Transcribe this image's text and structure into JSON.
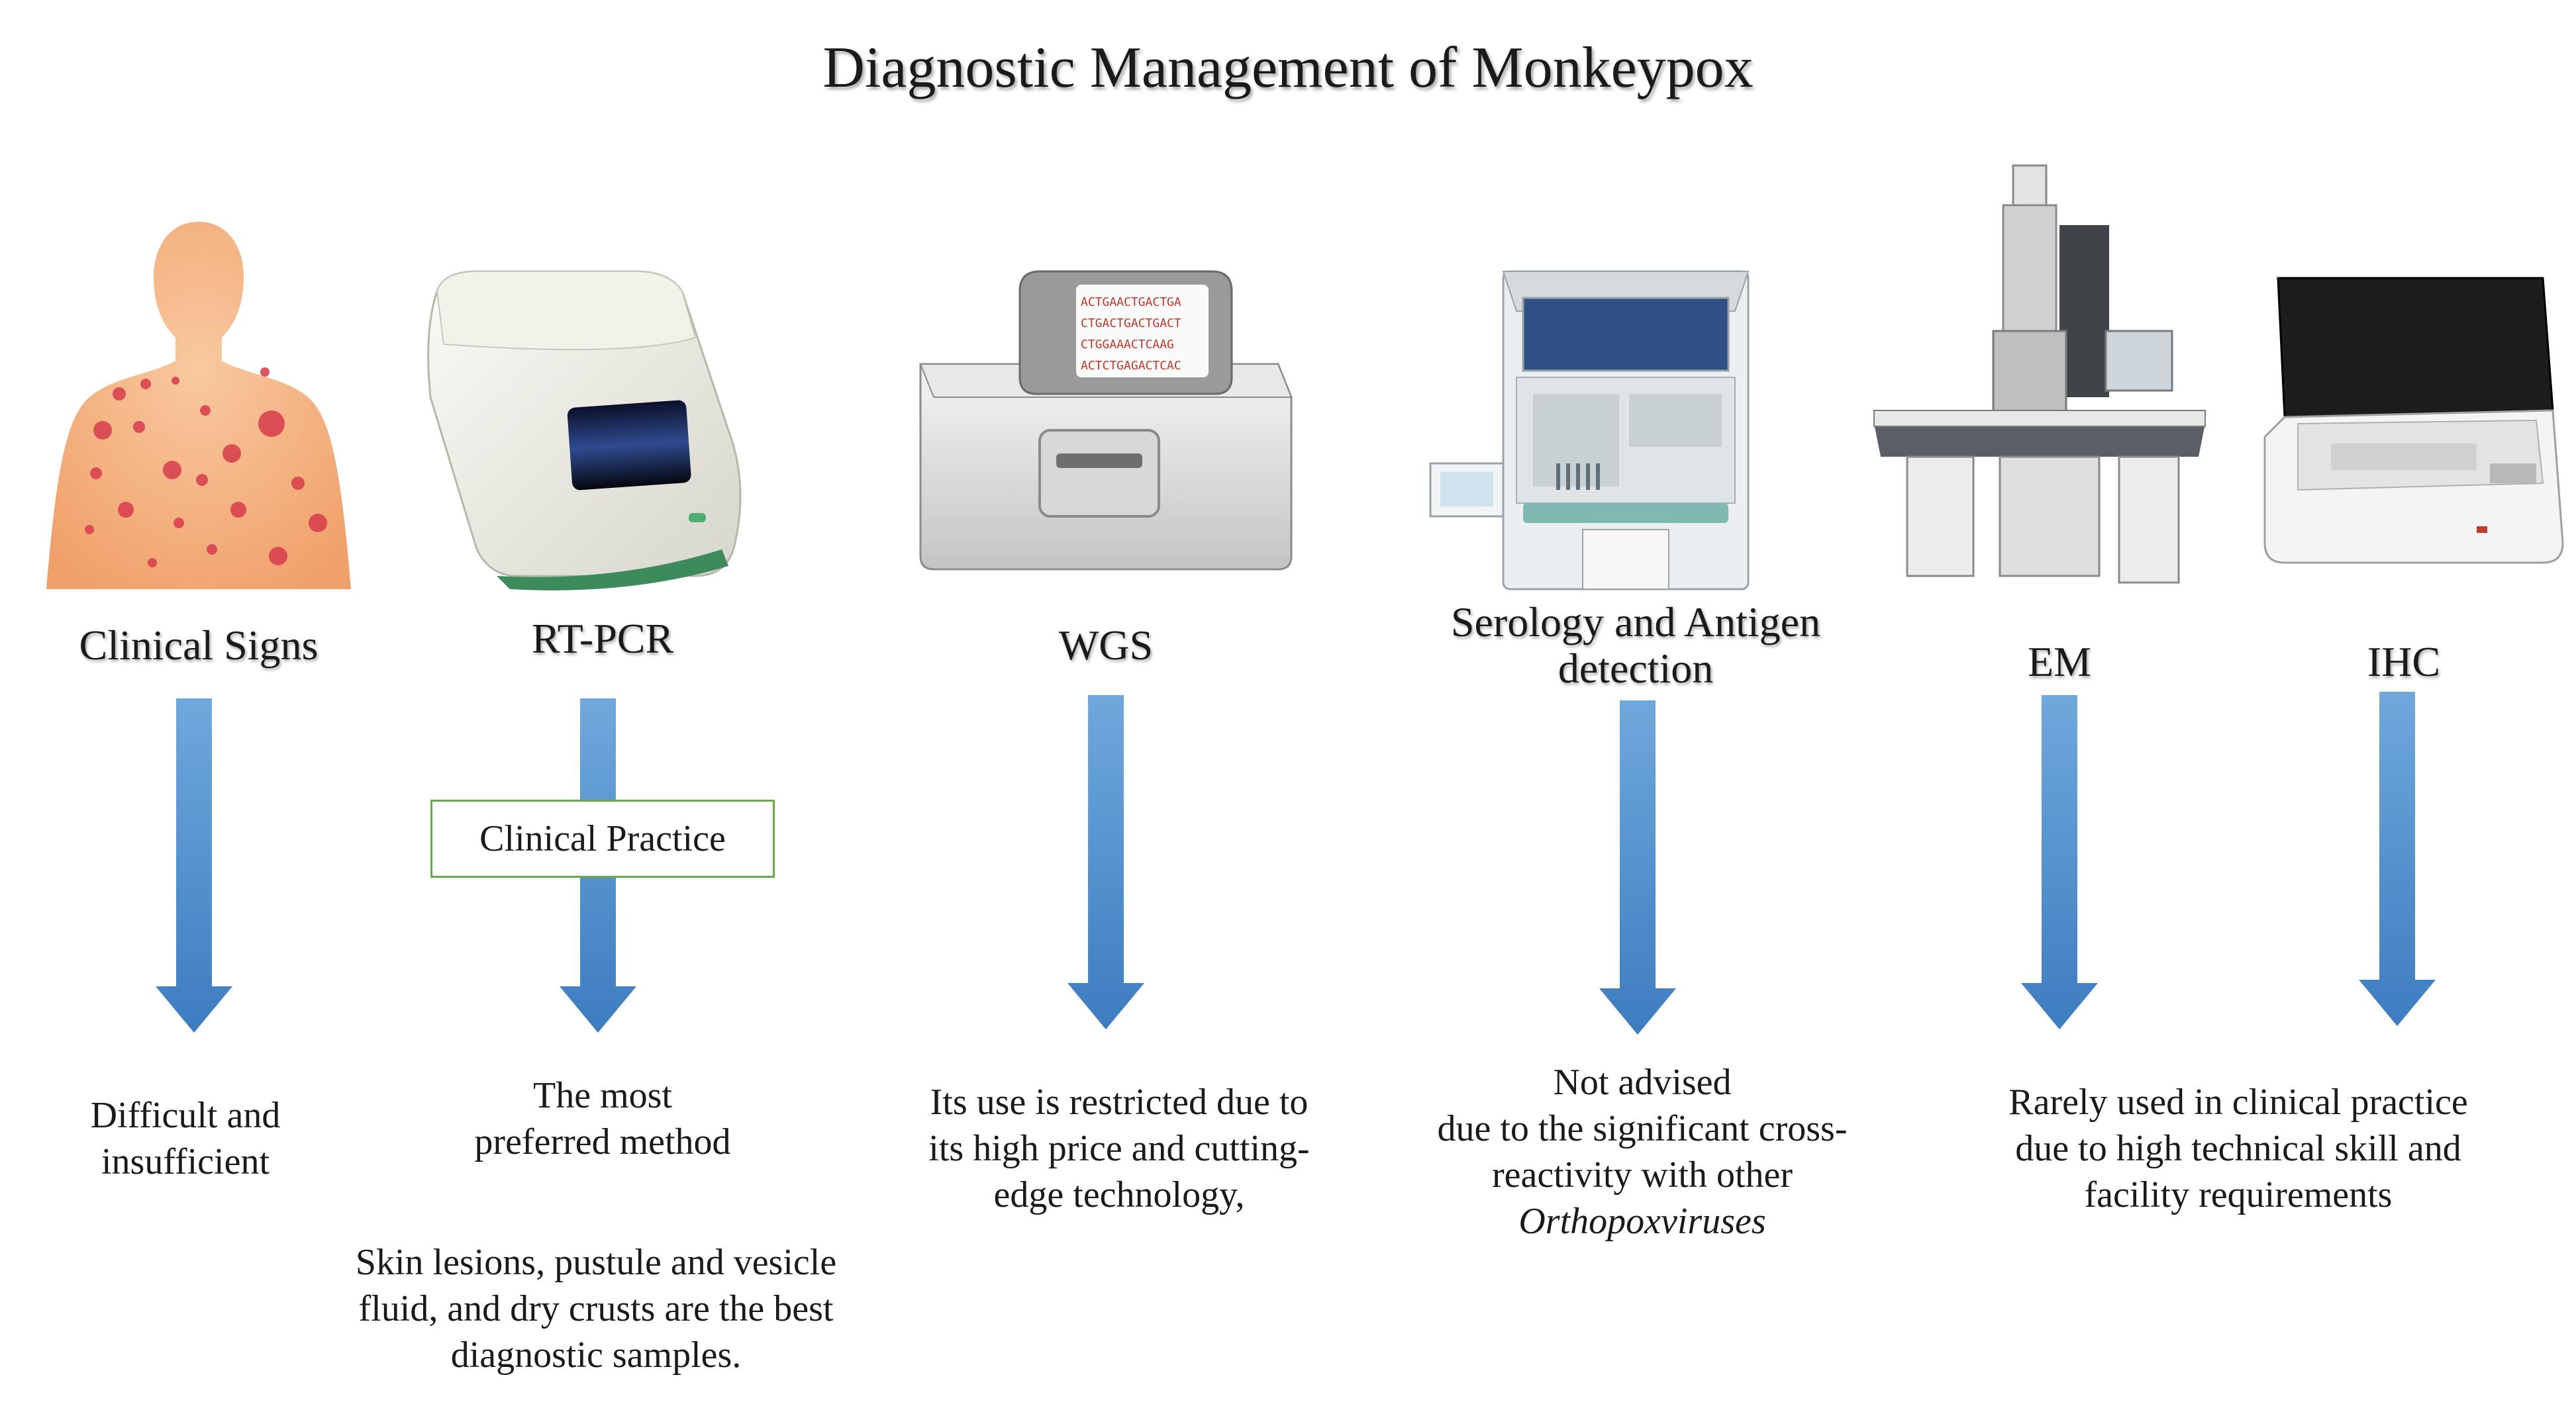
{
  "title": "Diagnostic Management of Monkeypox",
  "methods": [
    {
      "label": "Clinical Signs",
      "desc": [
        "Difficult and",
        "insufficient"
      ],
      "icon": "human-torso-rash-icon"
    },
    {
      "label": "RT-PCR",
      "box": "Clinical  Practice",
      "desc": [
        "The most",
        "preferred method"
      ],
      "note": [
        "Skin lesions, pustule and vesicle",
        "fluid, and dry crusts are the best",
        "diagnostic samples."
      ],
      "icon": "thermal-cycler-icon"
    },
    {
      "label": "WGS",
      "desc": [
        "Its use is restricted due to",
        "its high price and cutting-",
        "edge technology,"
      ],
      "icon": "sequencer-icon"
    },
    {
      "label": [
        "Serology and Antigen",
        "detection"
      ],
      "desc": [
        "Not advised",
        "due to the significant cross-",
        "reactivity with other",
        "Orthopoxviruses"
      ],
      "icon": "immunoassay-analyzer-icon"
    },
    {
      "label": "EM",
      "icon": "electron-microscope-icon"
    },
    {
      "label": "IHC",
      "icon": "ihc-stainer-icon"
    }
  ],
  "shared_desc": [
    "Rarely used in clinical practice",
    "due to high technical skill and",
    "facility requirements"
  ],
  "sequence_lines": [
    "ACTGAACTGACTGA",
    "CTGACTGACTGACT",
    "CTGGAAACTCAAG",
    "ACTCTGAGACTCAC"
  ],
  "colors": {
    "arrow_top": "#6fa8dc",
    "arrow_bottom": "#3d7cc0",
    "box_border": "#6aa84f",
    "rash": "#d9434f",
    "skin": "#f4b183"
  }
}
